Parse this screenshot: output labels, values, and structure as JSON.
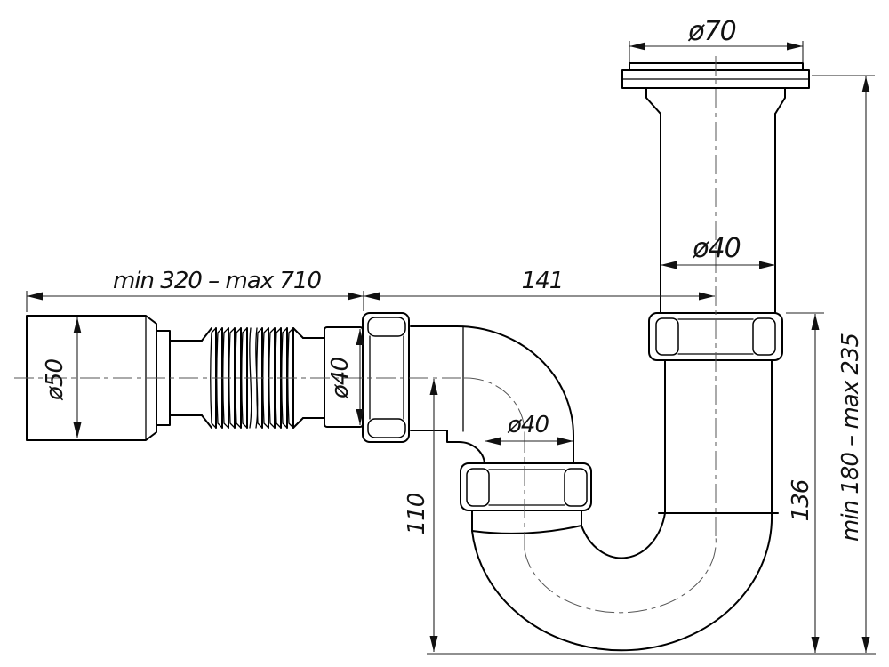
{
  "drawing": {
    "type": "technical-dimension-drawing",
    "subject": "pipe siphon (P-trap) with corrugated flexible outlet hose",
    "background_color": "#ffffff",
    "line_color": "#000000",
    "centerline_color": "#555555",
    "labels": {
      "flange_diameter": "ø70",
      "tailpipe_diameter": "ø40",
      "hose_length_range": "min 320 – max 710",
      "horizontal_span": "141",
      "hose_cuff_diameter": "ø50",
      "hose_connector_diameter": "ø40",
      "trap_inlet_diameter": "ø40",
      "inlet_depth": "110",
      "outlet_drop": "136",
      "height_range": "min 180 – max 235"
    }
  }
}
